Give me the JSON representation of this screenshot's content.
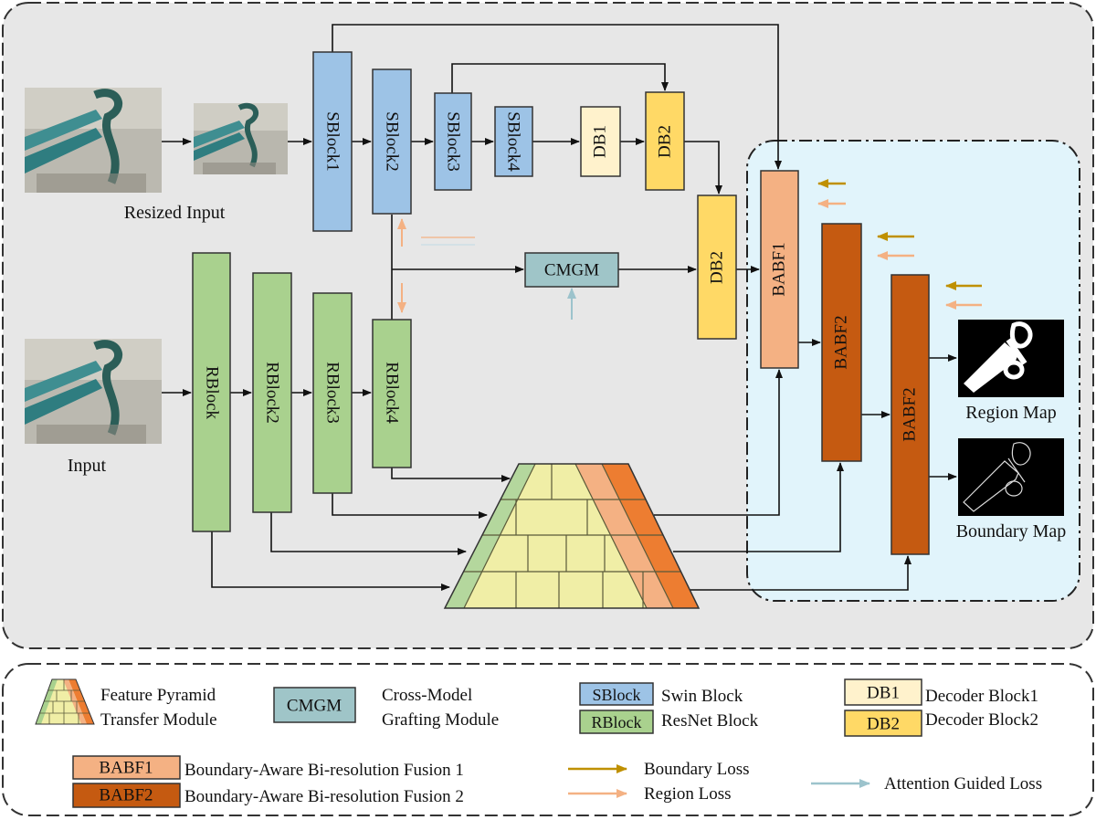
{
  "images": {
    "resized_input": "Resized Input",
    "input": "Input",
    "region_map": "Region Map",
    "boundary_map": "Boundary Map"
  },
  "blocks": {
    "sblock1": "SBlock1",
    "sblock2": "SBlock2",
    "sblock3": "SBlock3",
    "sblock4": "SBlock4",
    "db1": "DB1",
    "db2_top": "DB2",
    "db2_mid": "DB2",
    "cmgm": "CMGM",
    "rblock": "RBlock",
    "rblock2": "RBlock2",
    "rblock3": "RBlock3",
    "rblock4": "RBlock4",
    "babf1": "BABF1",
    "babf2_a": "BABF2",
    "babf2_b": "BABF2"
  },
  "legend": {
    "fptm_line1": "Feature Pyramid",
    "fptm_line2": "Transfer Module",
    "cmgm_box": "CMGM",
    "cmgm_line1": "Cross-Model",
    "cmgm_line2": "Grafting Module",
    "sblock_box": "SBlock",
    "sblock_desc": "Swin Block",
    "rblock_box": "RBlock",
    "rblock_desc": "ResNet Block",
    "db1_box": "DB1",
    "db1_desc": "Decoder Block1",
    "db2_box": "DB2",
    "db2_desc": "Decoder Block2",
    "babf1_box": "BABF1",
    "babf1_desc": "Boundary-Aware Bi-resolution Fusion 1",
    "babf2_box": "BABF2",
    "babf2_desc": "Boundary-Aware Bi-resolution  Fusion 2",
    "boundary_loss": "Boundary Loss",
    "region_loss": "Region Loss",
    "attention_loss": "Attention Guided Loss"
  },
  "colors": {
    "swin": "#9dc3e6",
    "resnet": "#a9d18e",
    "cmgm": "#9fc5c8",
    "db1": "#fff2cc",
    "db2": "#ffd966",
    "babf1": "#f4b183",
    "babf2": "#c55a11",
    "boundary_loss": "#bf9000",
    "region_loss": "#f4b183",
    "attention_loss": "#9cc3cc",
    "panel_bg": "#e7e7e7",
    "babf_region_bg": "#e1f4fb"
  }
}
